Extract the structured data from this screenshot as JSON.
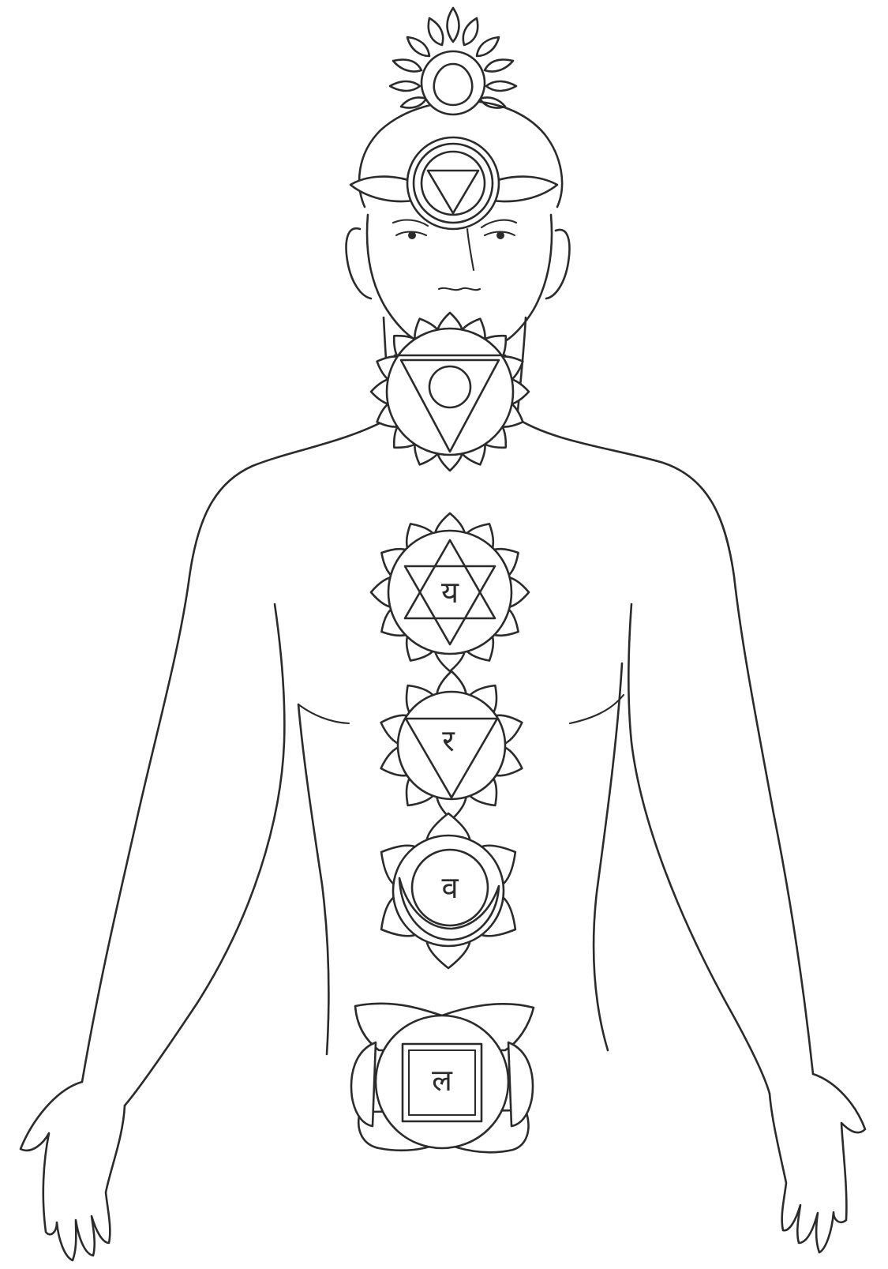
{
  "colors": {
    "ink": "#2b2b2b",
    "paper": "#ffffff"
  },
  "figure": {
    "subject": "human-figure-with-seven-chakras"
  },
  "chakras": [
    {
      "name": "crown-chakra",
      "petals": 12,
      "symbol_shape": "teardrop-circle"
    },
    {
      "name": "third-eye-chakra",
      "petals": 2,
      "symbol_shape": "inverted-triangle"
    },
    {
      "name": "throat-chakra",
      "petals": 16,
      "symbol_shape": "triangle-with-circle"
    },
    {
      "name": "heart-chakra",
      "petals": 12,
      "symbol_shape": "hexagram",
      "glyph": "य"
    },
    {
      "name": "solar-plexus-chakra",
      "petals": 10,
      "symbol_shape": "inverted-triangle",
      "glyph": "र"
    },
    {
      "name": "sacral-chakra",
      "petals": 6,
      "symbol_shape": "crescent-circle",
      "glyph": "व"
    },
    {
      "name": "root-chakra",
      "petals": 4,
      "symbol_shape": "square",
      "glyph": "ल"
    }
  ]
}
